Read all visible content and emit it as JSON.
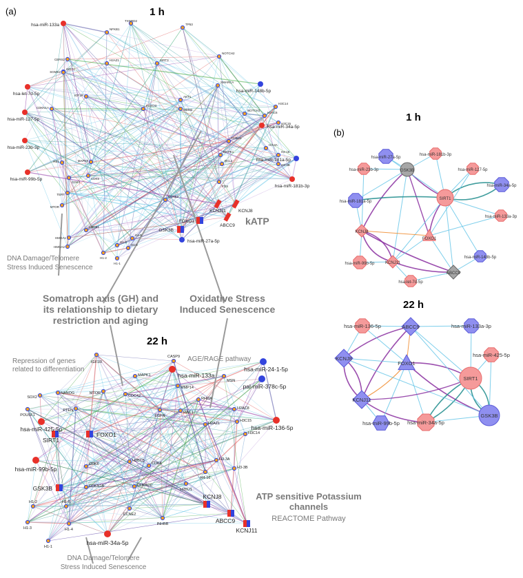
{
  "panel_a": {
    "label": "(a)",
    "title_1h": "1 h",
    "title_22h": "22 h",
    "net1h_nodes": [
      {
        "id": "TXNRD2",
        "t": "tiny"
      },
      {
        "id": "NFKB1",
        "t": "tiny"
      },
      {
        "id": "TP53",
        "t": "tiny"
      },
      {
        "id": "SIRT3",
        "t": "tiny"
      },
      {
        "id": "NOTCH2",
        "t": "tiny"
      },
      {
        "id": "SMARCA",
        "t": "tiny"
      },
      {
        "id": "CERS2",
        "t": "tiny"
      },
      {
        "id": "SGMS2",
        "t": "tiny"
      },
      {
        "id": "H2AZ1",
        "t": "tiny"
      },
      {
        "id": "SIRT1",
        "t": "tiny"
      },
      {
        "id": "IGF1R",
        "t": "tiny"
      },
      {
        "id": "CDKN1A",
        "t": "tiny"
      },
      {
        "id": "MDM2",
        "t": "tiny"
      },
      {
        "id": "AKT1",
        "t": "tiny"
      },
      {
        "id": "FOXO3",
        "t": "tiny"
      },
      {
        "id": "MAPK1",
        "t": "tiny"
      },
      {
        "id": "NOTCH1",
        "t": "tiny"
      },
      {
        "id": "H2AC6",
        "t": "tiny"
      },
      {
        "id": "H3C14",
        "t": "tiny"
      },
      {
        "id": "H3C15",
        "t": "tiny"
      },
      {
        "id": "RB1",
        "t": "tiny"
      },
      {
        "id": "H2BU1",
        "t": "tiny"
      },
      {
        "id": "H3-3A",
        "t": "tiny"
      },
      {
        "id": "H4-16",
        "t": "tiny"
      },
      {
        "id": "H3-3B",
        "t": "tiny"
      },
      {
        "id": "BCL2",
        "t": "tiny"
      },
      {
        "id": "MAPK8",
        "t": "tiny"
      },
      {
        "id": "FOS",
        "t": "tiny"
      },
      {
        "id": "CDK6",
        "t": "tiny"
      },
      {
        "id": "CDK4",
        "t": "tiny"
      },
      {
        "id": "TERT",
        "t": "tiny"
      },
      {
        "id": "MTOR",
        "t": "tiny"
      },
      {
        "id": "CCNE2",
        "t": "tiny"
      },
      {
        "id": "LMNB1",
        "t": "tiny"
      },
      {
        "id": "HMGA1",
        "t": "tiny"
      },
      {
        "id": "HMGA2",
        "t": "tiny"
      },
      {
        "id": "H1-3",
        "t": "tiny"
      },
      {
        "id": "H1-2",
        "t": "tiny"
      },
      {
        "id": "H1-1",
        "t": "tiny"
      },
      {
        "id": "H1-4",
        "t": "tiny"
      },
      {
        "id": "H1-5",
        "t": "tiny"
      },
      {
        "id": "FOXO1",
        "t": "gene"
      },
      {
        "id": "GSK3B",
        "t": "gene"
      },
      {
        "id": "KCNJ11",
        "t": "gene"
      },
      {
        "id": "KCNJ8",
        "t": "gene"
      },
      {
        "id": "ABCC9",
        "t": "gene"
      },
      {
        "id": "hsa-miR-133a",
        "t": "mirna"
      },
      {
        "id": "hsa-let-7d-5p",
        "t": "mirna"
      },
      {
        "id": "hsa-miR-127-5p",
        "t": "mirna"
      },
      {
        "id": "hsa-miR-23b-3p",
        "t": "mirna"
      },
      {
        "id": "hsa-miR-99b-5p",
        "t": "mirna"
      },
      {
        "id": "hsa-miR-148b-5p",
        "t": "mirna"
      },
      {
        "id": "hsa-miR-34a-5p",
        "t": "mirna"
      },
      {
        "id": "hsa-miR-181a-5p",
        "t": "mirna"
      },
      {
        "id": "hsa-miR-181b-3p",
        "t": "mirna"
      },
      {
        "id": "hsa-miR-27a-5p",
        "t": "mirna"
      }
    ],
    "katp_label": "kATP",
    "ann_dna_top_1": "DNA Damage/Telomere",
    "ann_dna_top_2": "Stress Induced Senescence",
    "ann_somatroph_1": "Somatroph axis (GH) and",
    "ann_somatroph_2": "its relationship to dietary",
    "ann_somatroph_3": "restriction and aging",
    "ann_oxidative_1": "Oxidative Stress",
    "ann_oxidative_2": "Induced Senescence",
    "ann_repression_1": "Repression of genes",
    "ann_repression_2": "related to differentiation",
    "ann_age_rage": "AGE/RAGE pathway",
    "ann_atp_1": "ATP sensitive Potassium",
    "ann_atp_2": "channels",
    "ann_reactome": "REACTOME Pathway",
    "ann_dna_bot_1": "DNA Damage/Telomere",
    "ann_dna_bot_2": "Stress Induced Senescence",
    "net22h_labels": [
      {
        "id": "IGF1R",
        "t": "tiny"
      },
      {
        "id": "CASP9",
        "t": "tiny"
      },
      {
        "id": "MSN",
        "t": "tiny"
      },
      {
        "id": "SOX2",
        "t": "tiny"
      },
      {
        "id": "NANOG",
        "t": "tiny"
      },
      {
        "id": "POU5F1",
        "t": "tiny"
      },
      {
        "id": "PTEN",
        "t": "tiny"
      },
      {
        "id": "MTOR",
        "t": "tiny"
      },
      {
        "id": "CDC42",
        "t": "tiny"
      },
      {
        "id": "MAPK1",
        "t": "tiny"
      },
      {
        "id": "MMP14",
        "t": "tiny"
      },
      {
        "id": "RHOA",
        "t": "tiny"
      },
      {
        "id": "EGFR",
        "t": "tiny"
      },
      {
        "id": "RAC1",
        "t": "tiny"
      },
      {
        "id": "H2AC8",
        "t": "tiny"
      },
      {
        "id": "H3C15",
        "t": "tiny"
      },
      {
        "id": "H2AZ1",
        "t": "tiny"
      },
      {
        "id": "H3C14",
        "t": "tiny"
      },
      {
        "id": "H2BC5",
        "t": "tiny"
      },
      {
        "id": "CDK6",
        "t": "tiny"
      },
      {
        "id": "CDK4",
        "t": "tiny"
      },
      {
        "id": "CDKN1B",
        "t": "tiny"
      },
      {
        "id": "CDKN2C",
        "t": "tiny"
      },
      {
        "id": "H2BU1",
        "t": "tiny"
      },
      {
        "id": "H3-3A",
        "t": "tiny"
      },
      {
        "id": "H3-3B",
        "t": "tiny"
      },
      {
        "id": "H4-16",
        "t": "tiny"
      },
      {
        "id": "CCNE2",
        "t": "tiny"
      },
      {
        "id": "INHBB",
        "t": "tiny"
      },
      {
        "id": "H1-2",
        "t": "tiny"
      },
      {
        "id": "H1-5",
        "t": "tiny"
      },
      {
        "id": "H1-3",
        "t": "tiny"
      },
      {
        "id": "H1-4",
        "t": "tiny"
      },
      {
        "id": "H1-1",
        "t": "tiny"
      },
      {
        "id": "SIRT1",
        "t": "gene"
      },
      {
        "id": "FOXO1",
        "t": "gene"
      },
      {
        "id": "GSK3B",
        "t": "gene"
      },
      {
        "id": "KCNJ8",
        "t": "gene"
      },
      {
        "id": "ABCC9",
        "t": "gene"
      },
      {
        "id": "KCNJ11",
        "t": "gene"
      },
      {
        "id": "hsa-miR-133a",
        "t": "mirna"
      },
      {
        "id": "hsa-miR-24-1-5p",
        "t": "mirna"
      },
      {
        "id": "pal-miR-378c-5p",
        "t": "mirna"
      },
      {
        "id": "hsa-miR-136-5p",
        "t": "mirna"
      },
      {
        "id": "hsa-miR-425-5p",
        "t": "mirna"
      },
      {
        "id": "hsa-miR-99b-5p",
        "t": "mirna"
      },
      {
        "id": "hsa-miR-34a-5p",
        "t": "mirna"
      }
    ]
  },
  "panel_b": {
    "label": "(b)",
    "title_1h": "1 h",
    "title_22h": "22 h",
    "net_1h_nodes": [
      "hsa-miR-27a-5p",
      "hsa-miR-181b-3p",
      "hsa-miR-23b-3p",
      "GSK3B",
      "hsa-miR-127-5p",
      "hsa-miR-34a-5p",
      "hsa-miR-181a-5p",
      "SIRT1",
      "hsa-miR-133a-3p",
      "KCNJ8",
      "FOXO1",
      "hsa-miR-99b-5p",
      "KCNJ11",
      "hsa-miR-148b-5p",
      "hsa-let-7d-5p",
      "ABCC9"
    ],
    "net_22h_nodes": [
      "hsa-miR-136-5p",
      "ABCC9",
      "hsa-miR-133a-3p",
      "hsa-miR-425-5p",
      "KCNJ8",
      "FOXO1",
      "SIRT1",
      "KCNJ11",
      "hsa-miR-99b-5p",
      "hsa-miR-34a-5p",
      "GSK3B"
    ]
  },
  "colors": {
    "mirna_red": "#e8312a",
    "node_blue": "#3344dd",
    "node_orange": "#f2a122",
    "b_pink": "#f59a9a",
    "b_violet": "#8f8ff0",
    "b_grey": "#a6a6a6",
    "edge_teal": "#1e8c8c",
    "edge_purple": "#8a2fa0",
    "edge_light": "#66c6e8",
    "edge_orange": "#f08a2a",
    "annotation_grey": "#7a7a7a"
  }
}
